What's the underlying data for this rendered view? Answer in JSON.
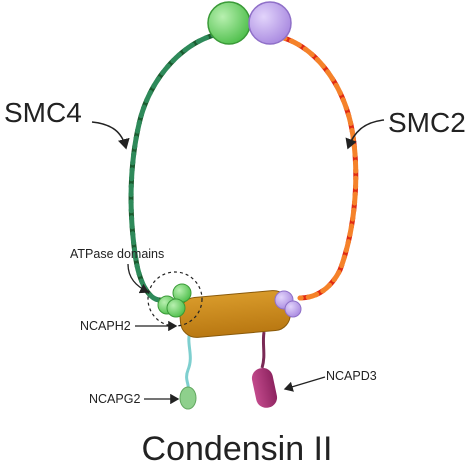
{
  "labels": {
    "smc4": "SMC4",
    "smc2": "SMC2",
    "atpase": "ATPase domains",
    "ncaph2": "NCAPH2",
    "ncapg2": "NCAPG2",
    "ncapd3": "NCAPD3",
    "title": "Condensin II"
  },
  "colors": {
    "smc4_dark": "#1a5a2e",
    "smc4_light": "#2e8a5a",
    "smc2_dark": "#e02a12",
    "smc2_light": "#f5822a",
    "hinge_green": "#5cc85a",
    "hinge_purple": "#b89ae8",
    "ncaph2": "#c88a1e",
    "ncapg2": "#8ed08c",
    "ncapd3": "#b0337a",
    "linker_teal": "#7ecfcf",
    "linker_purple": "#7a2a55"
  }
}
